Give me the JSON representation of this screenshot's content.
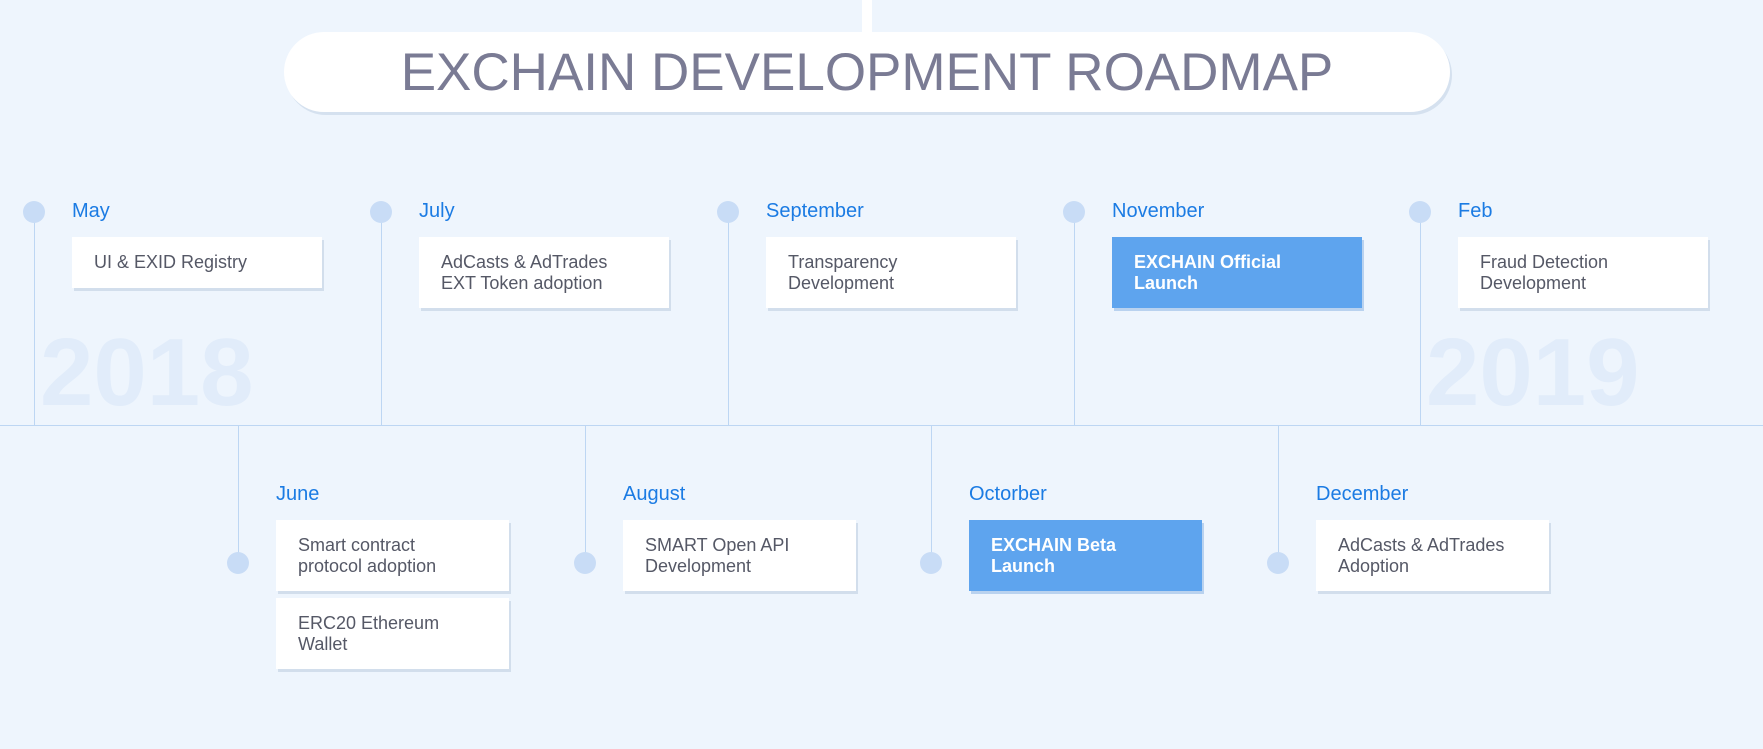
{
  "title": "EXCHAIN DEVELOPMENT ROADMAP",
  "years": [
    "2018",
    "2019"
  ],
  "top_milestones": [
    {
      "month": "May",
      "items": [
        {
          "lines": [
            "UI & EXID Registry"
          ],
          "highlight": false
        }
      ]
    },
    {
      "month": "July",
      "items": [
        {
          "lines": [
            "AdCasts & AdTrades",
            "EXT Token adoption"
          ],
          "highlight": false
        }
      ]
    },
    {
      "month": "September",
      "items": [
        {
          "lines": [
            "Transparency",
            "Development"
          ],
          "highlight": false
        }
      ]
    },
    {
      "month": "November",
      "items": [
        {
          "lines": [
            "EXCHAIN Official",
            "Launch"
          ],
          "highlight": true
        }
      ]
    },
    {
      "month": "Feb",
      "items": [
        {
          "lines": [
            "Fraud Detection",
            "Development"
          ],
          "highlight": false
        }
      ]
    }
  ],
  "bottom_milestones": [
    {
      "month": "June",
      "items": [
        {
          "lines": [
            "Smart contract",
            "protocol adoption"
          ],
          "highlight": false
        },
        {
          "lines": [
            "ERC20 Ethereum",
            "Wallet"
          ],
          "highlight": false
        }
      ]
    },
    {
      "month": "August",
      "items": [
        {
          "lines": [
            "SMART Open API",
            "Development"
          ],
          "highlight": false
        }
      ]
    },
    {
      "month": "Octorber",
      "items": [
        {
          "lines": [
            "EXCHAIN Beta",
            "Launch"
          ],
          "highlight": true
        }
      ]
    },
    {
      "month": "December",
      "items": [
        {
          "lines": [
            "AdCasts & AdTrades",
            "Adoption"
          ],
          "highlight": false
        }
      ]
    }
  ],
  "colors": {
    "background": "#eef5fd",
    "accent": "#1b7be3",
    "highlight_card": "#5ea4ee",
    "title_text": "#7a7b94"
  }
}
